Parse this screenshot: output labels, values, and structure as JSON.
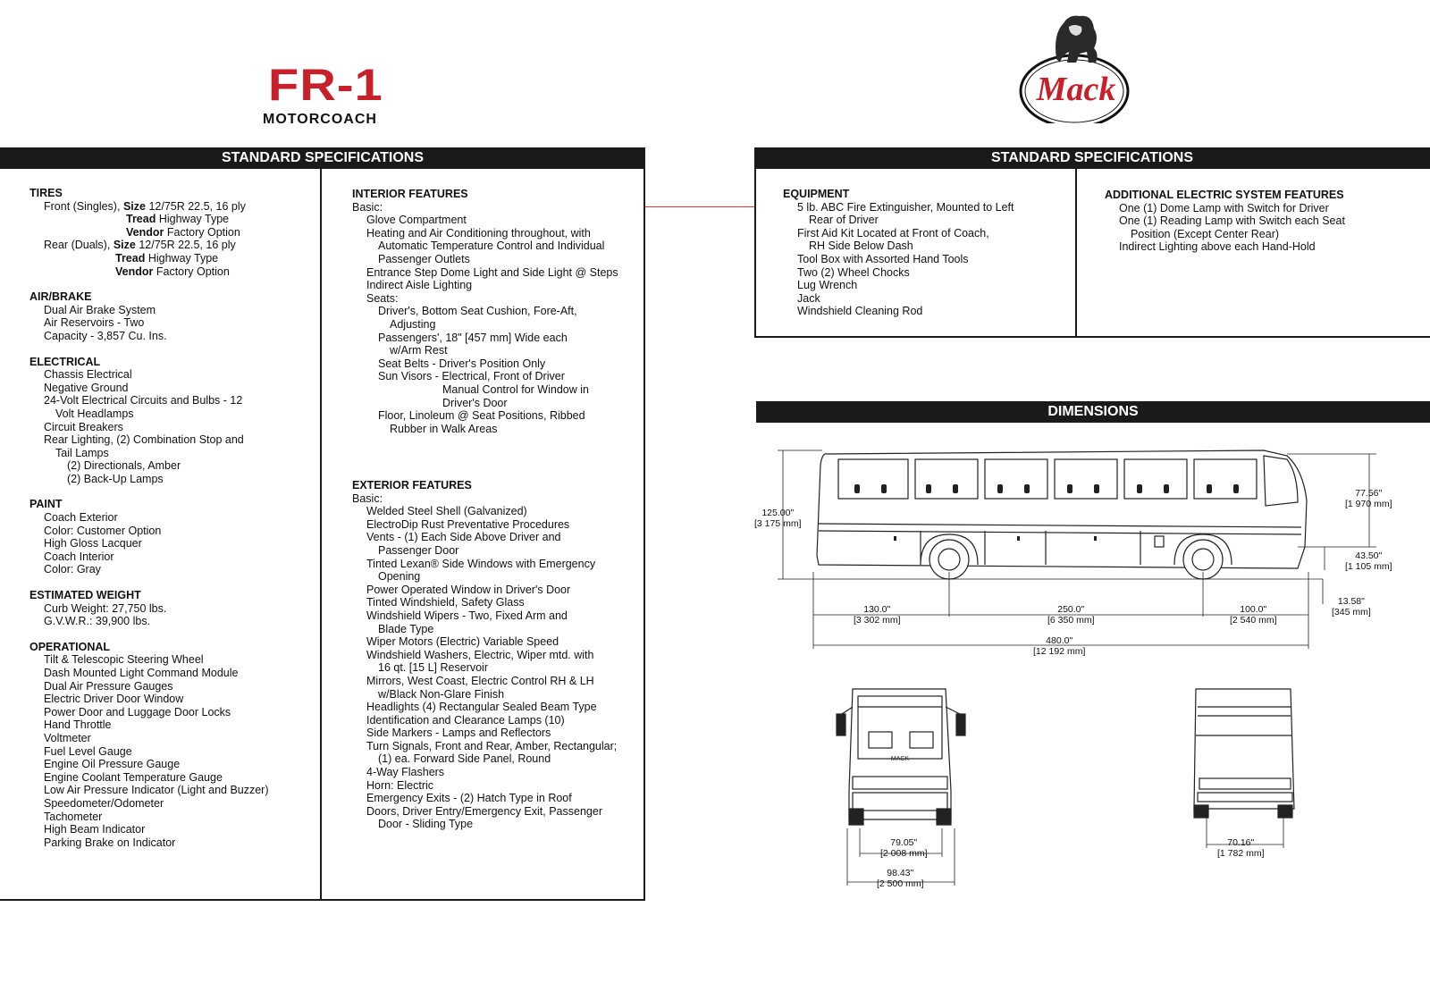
{
  "brand": {
    "model": "FR-1",
    "type": "MOTORCOACH",
    "logo_text": "Mack"
  },
  "left_header": "STANDARD SPECIFICATIONS",
  "right_header": "STANDARD SPECIFICATIONS",
  "dimensions_header": "DIMENSIONS",
  "tires": {
    "title": "TIRES",
    "front_prefix": "Front (Singles),",
    "size_label": "Size",
    "front_size": "12/75R 22.5, 16 ply",
    "tread_label": "Tread",
    "front_tread": "Highway Type",
    "vendor_label": "Vendor",
    "front_vendor": "Factory Option",
    "rear_prefix": "Rear (Duals),",
    "rear_size": "12/75R 22.5, 16 ply",
    "rear_tread": "Highway Type",
    "rear_vendor": "Factory Option"
  },
  "air_brake": {
    "title": "AIR/BRAKE",
    "l1": "Dual Air Brake System",
    "l2": "Air Reservoirs - Two",
    "l3": "Capacity - 3,857 Cu. Ins."
  },
  "electrical": {
    "title": "ELECTRICAL",
    "l1": "Chassis Electrical",
    "l2": "Negative Ground",
    "l3": "24-Volt Electrical Circuits and Bulbs - 12",
    "l4": "Volt Headlamps",
    "l5": "Circuit Breakers",
    "l6": "Rear Lighting, (2) Combination Stop and",
    "l7": "Tail Lamps",
    "l8": "(2) Directionals, Amber",
    "l9": "(2) Back-Up Lamps"
  },
  "paint": {
    "title": "PAINT",
    "l1": "Coach Exterior",
    "l2": "Color: Customer Option",
    "l3": "High Gloss Lacquer",
    "l4": "Coach Interior",
    "l5": "Color: Gray"
  },
  "weight": {
    "title": "ESTIMATED WEIGHT",
    "l1": "Curb Weight: 27,750 lbs.",
    "l2": "G.V.W.R.: 39,900 lbs."
  },
  "operational": {
    "title": "OPERATIONAL",
    "items": [
      "Tilt & Telescopic Steering Wheel",
      "Dash Mounted Light Command Module",
      "Dual Air Pressure Gauges",
      "Electric Driver Door Window",
      "Power Door and Luggage Door Locks",
      "Hand Throttle",
      "Voltmeter",
      "Fuel Level Gauge",
      "Engine Oil Pressure Gauge",
      "Engine Coolant Temperature Gauge",
      "Low Air Pressure Indicator (Light and Buzzer)",
      "Speedometer/Odometer",
      "Tachometer",
      "High Beam Indicator",
      "Parking Brake on Indicator"
    ]
  },
  "interior": {
    "title": "INTERIOR FEATURES",
    "basic": "Basic:",
    "l1": "Glove Compartment",
    "l2": "Heating and Air Conditioning throughout, with",
    "l3": "Automatic Temperature Control and Individual",
    "l4": "Passenger Outlets",
    "l5": "Entrance Step Dome Light and Side Light @ Steps",
    "l6": "Indirect Aisle Lighting",
    "l7": "Seats:",
    "l8": "Driver's, Bottom Seat Cushion, Fore-Aft,",
    "l9": "Adjusting",
    "l10": "Passengers', 18\" [457 mm] Wide each",
    "l11": "w/Arm Rest",
    "l12": "Seat Belts - Driver's Position Only",
    "l13": "Sun Visors - Electrical, Front of Driver",
    "l14": "Manual Control for Window in",
    "l15": "Driver's Door",
    "l16": "Floor, Linoleum @ Seat Positions, Ribbed",
    "l17": "Rubber in Walk Areas"
  },
  "exterior": {
    "title": "EXTERIOR FEATURES",
    "basic": "Basic:",
    "l1": "Welded Steel Shell (Galvanized)",
    "l2": "ElectroDip Rust Preventative Procedures",
    "l3": "Vents - (1) Each Side Above Driver and",
    "l4": "Passenger Door",
    "l5": "Tinted Lexan® Side Windows with Emergency",
    "l6": "Opening",
    "l7": "Power Operated Window in Driver's Door",
    "l8": "Tinted Windshield, Safety Glass",
    "l9": "Windshield Wipers - Two, Fixed Arm and",
    "l10": "Blade Type",
    "l11": "Wiper Motors (Electric) Variable Speed",
    "l12": "Windshield Washers, Electric, Wiper mtd. with",
    "l13": "16 qt. [15 L] Reservoir",
    "l14": "Mirrors, West Coast, Electric Control RH & LH",
    "l15": "w/Black Non-Glare Finish",
    "l16": "Headlights (4) Rectangular Sealed Beam Type",
    "l17": "Identification and Clearance Lamps (10)",
    "l18": "Side Markers - Lamps and Reflectors",
    "l19": "Turn Signals, Front and Rear, Amber, Rectangular;",
    "l20": "(1) ea. Forward Side Panel, Round",
    "l21": "4-Way Flashers",
    "l22": "Horn: Electric",
    "l23": "Emergency Exits - (2) Hatch Type in Roof",
    "l24": "Doors, Driver Entry/Emergency Exit, Passenger",
    "l25": "Door - Sliding Type"
  },
  "equipment": {
    "title": "EQUIPMENT",
    "l1": "5 lb. ABC Fire Extinguisher, Mounted to Left",
    "l2": "Rear of Driver",
    "l3": "First Aid Kit Located at Front of Coach,",
    "l4": "RH Side Below Dash",
    "l5": "Tool Box with Assorted Hand Tools",
    "l6": "Two (2) Wheel Chocks",
    "l7": "Lug Wrench",
    "l8": "Jack",
    "l9": "Windshield Cleaning Rod"
  },
  "additional": {
    "title": "ADDITIONAL ELECTRIC SYSTEM FEATURES",
    "l1": "One (1) Dome Lamp with Switch for Driver",
    "l2": "One (1) Reading Lamp with Switch each Seat",
    "l3": "Position (Except Center Rear)",
    "l4": "Indirect Lighting above each Hand-Hold"
  },
  "dims": {
    "height_in": "125.00\"",
    "height_mm": "[3 175 mm]",
    "upper_in": "77.56\"",
    "upper_mm": "[1 970 mm]",
    "mid_in": "43.50\"",
    "mid_mm": "[1 105 mm]",
    "ground_in": "13.58\"",
    "ground_mm": "[345 mm]",
    "front_oh_in": "130.0\"",
    "front_oh_mm": "[3 302 mm]",
    "wheelbase_in": "250.0\"",
    "wheelbase_mm": "[6 350 mm]",
    "rear_oh_in": "100.0\"",
    "rear_oh_mm": "[2 540 mm]",
    "length_in": "480.0\"",
    "length_mm": "[12 192 mm]",
    "front_track_in": "79.05\"",
    "front_track_mm": "[2 008 mm]",
    "width_in": "98.43\"",
    "width_mm": "[2 500 mm]",
    "rear_track_in": "70.16\"",
    "rear_track_mm": "[1 782 mm]",
    "grille_text": "MACK"
  }
}
